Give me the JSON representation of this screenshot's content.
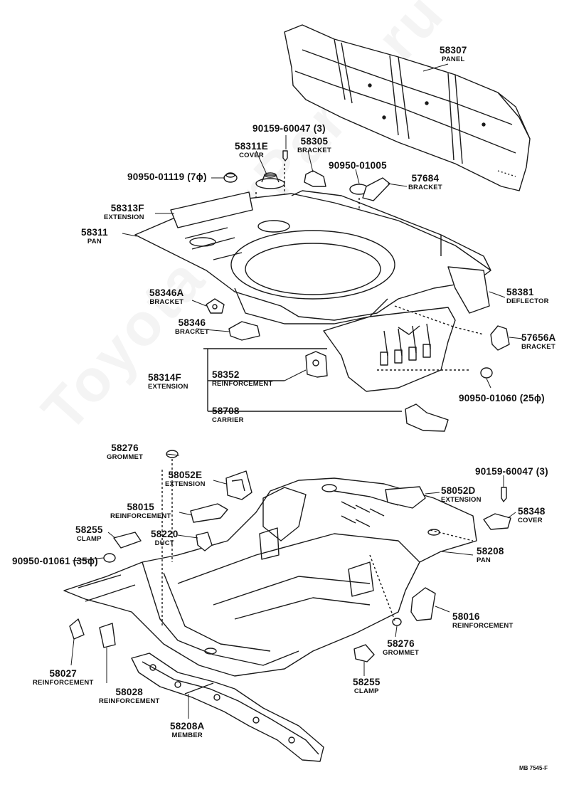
{
  "watermark": "ToyotaCarParts.ru",
  "footer_code": "MB  7545-F",
  "parts": {
    "p58307": {
      "num": "58307",
      "name": "PANEL"
    },
    "p90159a": {
      "num": "90159-60047 (3)",
      "name": ""
    },
    "p58305": {
      "num": "58305",
      "name": "BRACKET"
    },
    "p58311E": {
      "num": "58311E",
      "name": "COVER"
    },
    "p90950_01119": {
      "num": "90950-01119 (7ϕ)",
      "name": ""
    },
    "p90950_01005": {
      "num": "90950-01005",
      "name": ""
    },
    "p57684": {
      "num": "57684",
      "name": "BRACKET"
    },
    "p58313F": {
      "num": "58313F",
      "name": "EXTENSION"
    },
    "p58311": {
      "num": "58311",
      "name": "PAN"
    },
    "p58381": {
      "num": "58381",
      "name": "DEFLECTOR"
    },
    "p58346A": {
      "num": "58346A",
      "name": "BRACKET"
    },
    "p58346": {
      "num": "58346",
      "name": "BRACKET"
    },
    "p57656A": {
      "num": "57656A",
      "name": "BRACKET"
    },
    "p58314F": {
      "num": "58314F",
      "name": "EXTENSION"
    },
    "p58352": {
      "num": "58352",
      "name": "REINFORCEMENT"
    },
    "p90950_01060": {
      "num": "90950-01060 (25ϕ)",
      "name": ""
    },
    "p58708": {
      "num": "58708",
      "name": "CARRIER"
    },
    "p58276a": {
      "num": "58276",
      "name": "GROMMET"
    },
    "p58052E": {
      "num": "58052E",
      "name": "EXTENSION"
    },
    "p90159b": {
      "num": "90159-60047 (3)",
      "name": ""
    },
    "p58052D": {
      "num": "58052D",
      "name": "EXTENSION"
    },
    "p58015": {
      "num": "58015",
      "name": "REINFORCEMENT"
    },
    "p58348": {
      "num": "58348",
      "name": "COVER"
    },
    "p58255a": {
      "num": "58255",
      "name": "CLAMP"
    },
    "p58220": {
      "num": "58220",
      "name": "DUCT"
    },
    "p58208": {
      "num": "58208",
      "name": "PAN"
    },
    "p90950_01061": {
      "num": "90950-01061 (35ϕ)",
      "name": ""
    },
    "p58016": {
      "num": "58016",
      "name": "REINFORCEMENT"
    },
    "p58276b": {
      "num": "58276",
      "name": "GROMMET"
    },
    "p58027": {
      "num": "58027",
      "name": "REINFORCEMENT"
    },
    "p58028": {
      "num": "58028",
      "name": "REINFORCEMENT"
    },
    "p58255b": {
      "num": "58255",
      "name": "CLAMP"
    },
    "p58208A": {
      "num": "58208A",
      "name": "MEMBER"
    }
  },
  "colors": {
    "ink": "#1a1a1a",
    "paper": "#ffffff"
  }
}
